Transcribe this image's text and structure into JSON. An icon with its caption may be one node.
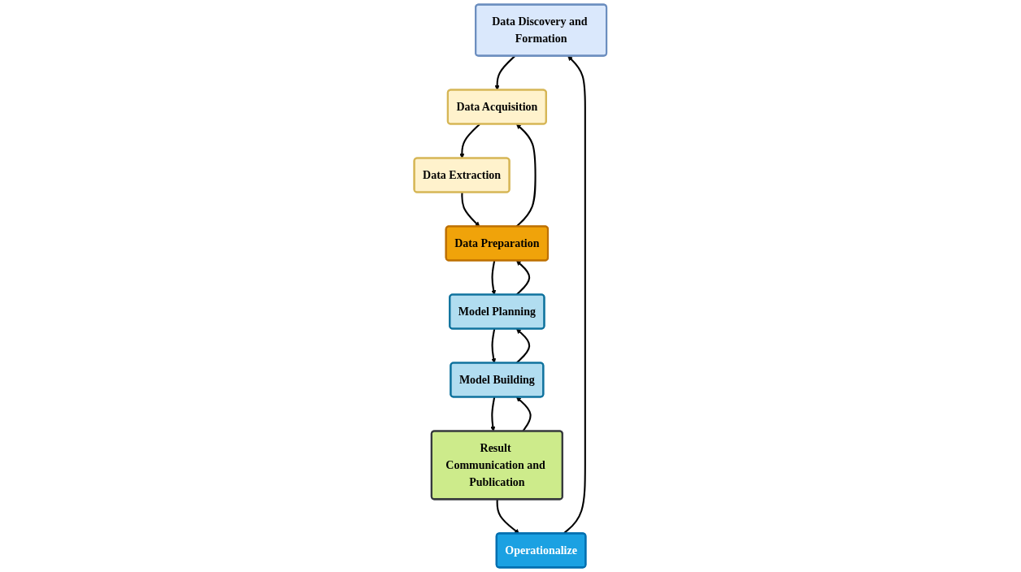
{
  "diagram": {
    "nodes": [
      {
        "text": [
          "Data Discovery and Formation"
        ]
      },
      {
        "text": [
          "Data Extraction"
        ]
      },
      {
        "text": [
          "Result Communication and Publication"
        ]
      },
      {
        "text": [
          "Operationalize"
        ]
      },
      {
        "text": [
          "Data Acquisition"
        ]
      },
      {
        "text": [
          "Data Preparation"
        ]
      },
      {
        "text": [
          "Model Building"
        ]
      },
      {
        "text": [
          "Model Planning"
        ]
      }
    ],
    "edges": [
      {
        "from": 0,
        "to": 4,
        "arrow": "to"
      },
      {
        "from": 4,
        "to": 1,
        "arrow": "to"
      },
      {
        "from": 1,
        "to": 5,
        "arrow": "to"
      },
      {
        "from": 5,
        "to": 4,
        "arrow": "to"
      },
      {
        "from": 5,
        "to": 7,
        "arrow": "to"
      },
      {
        "from": 7,
        "to": 5,
        "arrow": "to"
      },
      {
        "from": 6,
        "to": 7,
        "arrow": "to"
      },
      {
        "from": 7,
        "to": 6,
        "arrow": "to"
      },
      {
        "from": 6,
        "to": 2,
        "arrow": "to"
      },
      {
        "from": 2,
        "to": 6,
        "arrow": "to"
      },
      {
        "from": 2,
        "to": 3,
        "arrow": "to"
      },
      {
        "from": 3,
        "to": 0,
        "arrow": "to"
      }
    ]
  }
}
